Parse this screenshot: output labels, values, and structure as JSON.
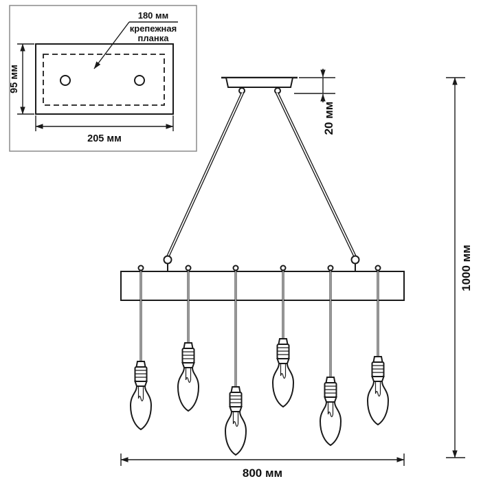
{
  "inset": {
    "hole_spacing": "180 мм",
    "plate_name_line1": "крепежная",
    "plate_name_line2": "планка",
    "plate_height": "95 мм",
    "plate_width": "205 мм"
  },
  "dimensions": {
    "canopy_height": "20 мм",
    "total_height": "1000 мм",
    "beam_width": "800 мм"
  }
}
